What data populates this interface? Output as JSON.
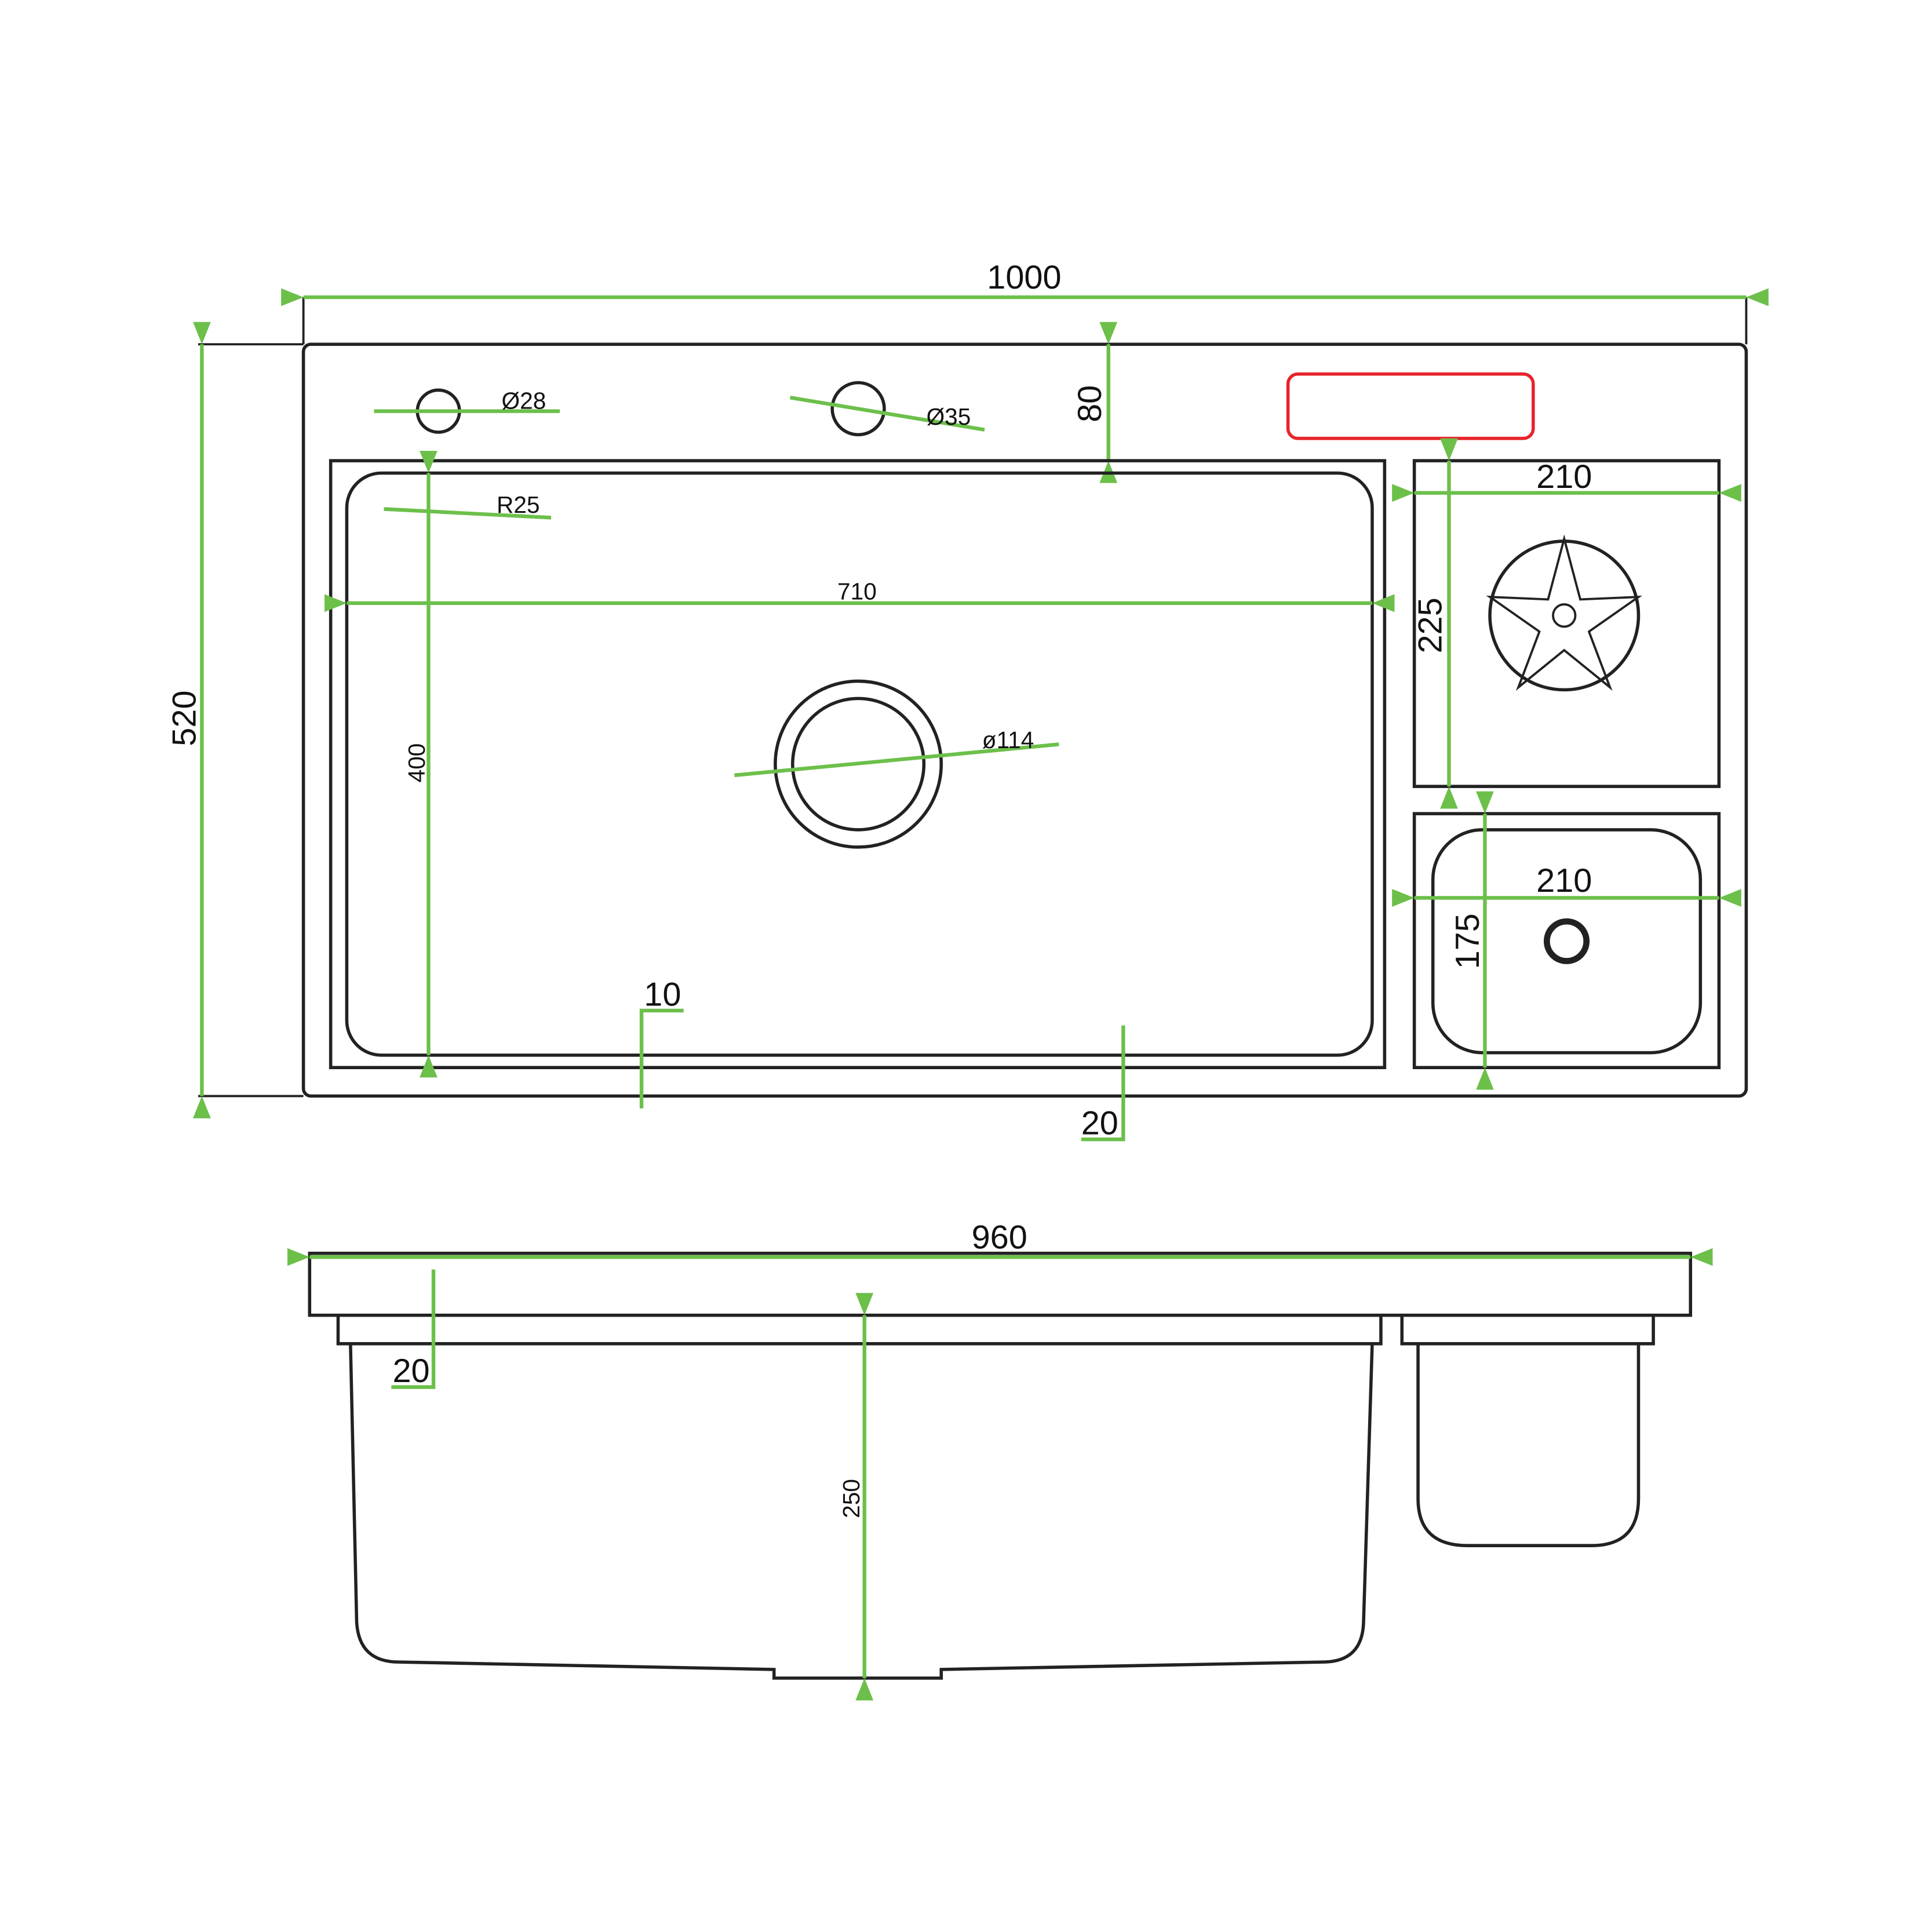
{
  "top_view": {
    "overall_width": "1000",
    "overall_depth": "520",
    "faucet_hole_1": "Ø28",
    "faucet_hole_2": "Ø35",
    "deck_depth": "80",
    "corner_radius": "R25",
    "bowl_width": "710",
    "bowl_depth": "400",
    "drain_diameter": "ø114",
    "rinser_width": "210",
    "rinser_depth": "225",
    "small_bowl_width": "210",
    "small_bowl_depth": "175",
    "bowl_rim_gap": "10",
    "front_rim": "20"
  },
  "side_view": {
    "top_width": "960",
    "lip_height": "20",
    "bowl_height": "250"
  },
  "colors": {
    "dimension": "#6cc04a",
    "outline": "#222222",
    "highlight": "#e8232a"
  }
}
